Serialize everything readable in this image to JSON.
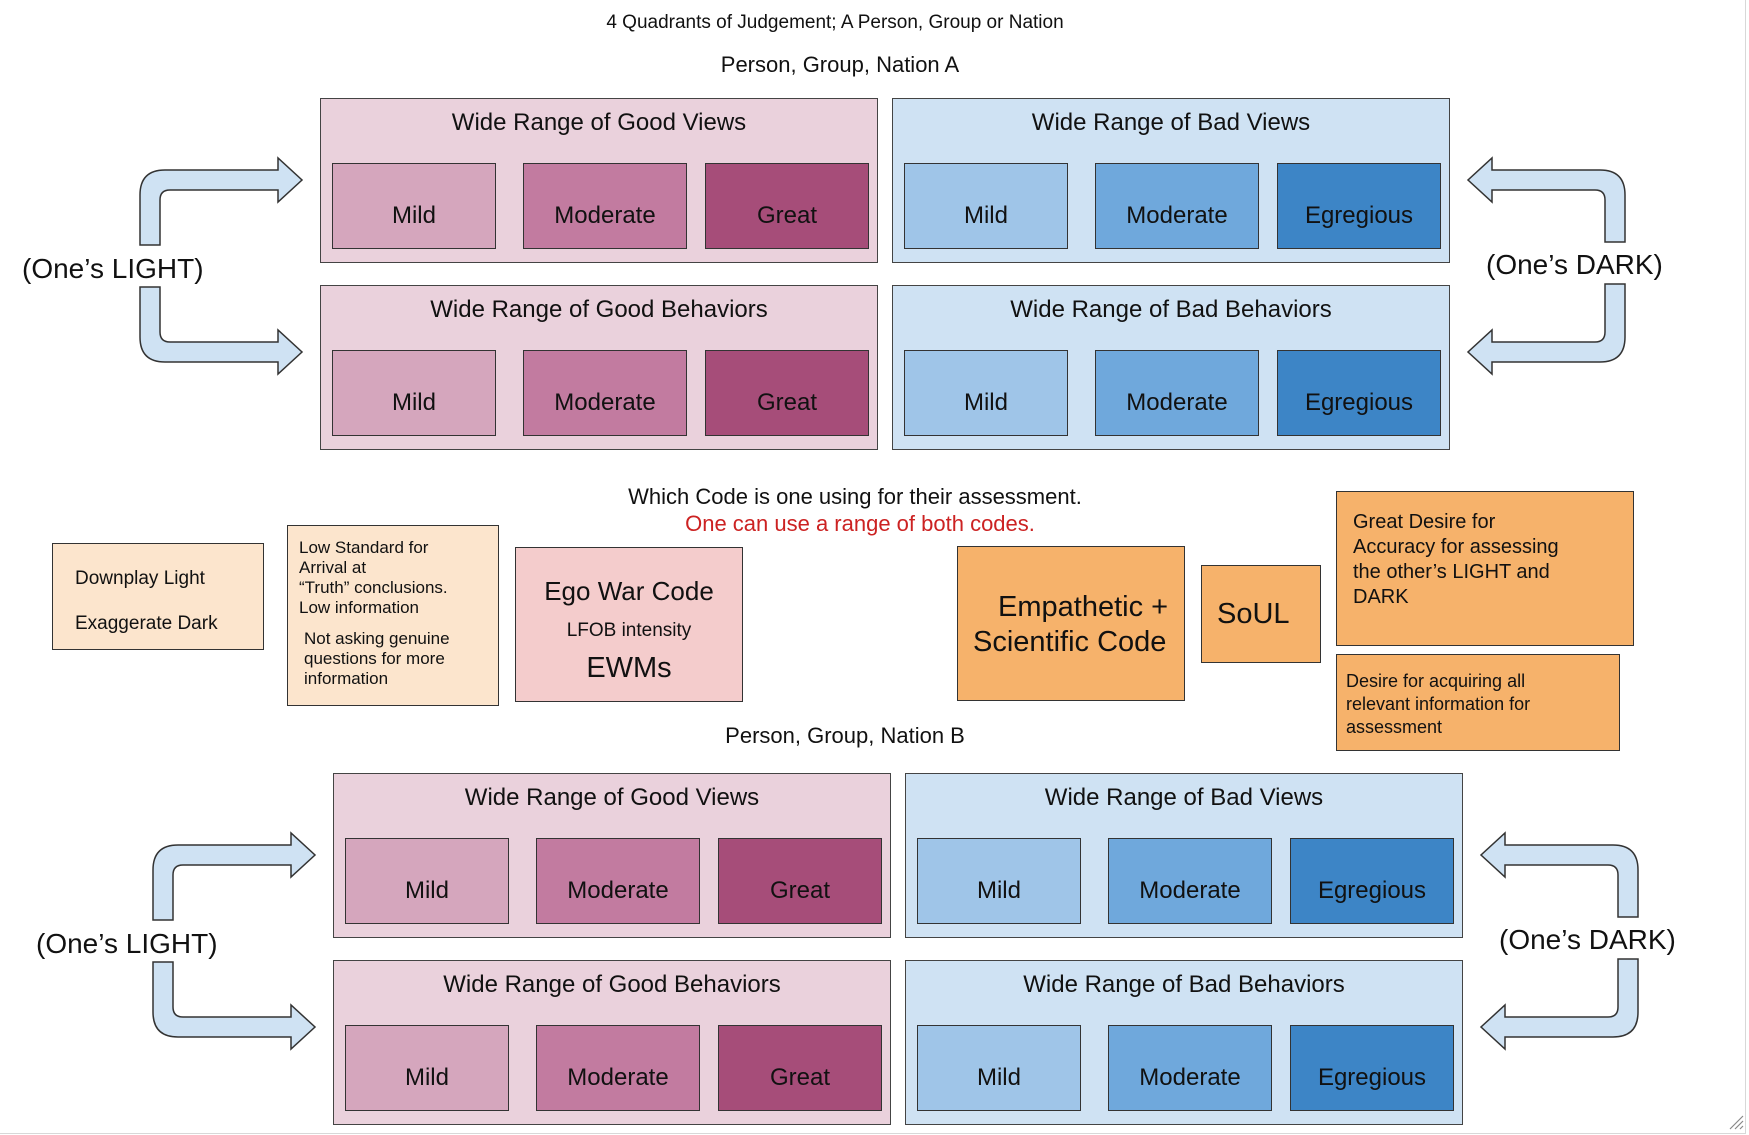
{
  "title": "4 Quadrants of Judgement; A Person, Group or Nation",
  "nation_a": "Person, Group, Nation A",
  "nation_b": "Person, Group, Nation B",
  "light_label": "(One’s LIGHT)",
  "dark_label": "(One’s DARK)",
  "quadrants": {
    "good_views": "Wide Range of Good Views",
    "bad_views": "Wide Range of Bad Views",
    "good_behaviors": "Wide Range of Good Behaviors",
    "bad_behaviors": "Wide Range of Bad Behaviors"
  },
  "levels_good": [
    "Mild",
    "Moderate",
    "Great"
  ],
  "levels_bad": [
    "Mild",
    "Moderate",
    "Egregious"
  ],
  "question": "Which Code is one using for their assessment.",
  "note": "One can use a range of both codes.",
  "downplay": {
    "line1": "Downplay Light",
    "line2": "Exaggerate Dark"
  },
  "low_standard": {
    "line1": "Low Standard for",
    "line2": "Arrival at",
    "line3": "“Truth” conclusions.",
    "line4": "Low information",
    "line5": "Not asking genuine",
    "line6": "questions for more",
    "line7": "information"
  },
  "ego_war": {
    "title": "Ego War Code",
    "sub": "LFOB intensity",
    "ewms": "EWMs"
  },
  "empathetic": {
    "line1": "Empathetic +",
    "line2": "Scientific Code"
  },
  "soul": "SoUL",
  "great_desire": {
    "line1": "Great Desire for",
    "line2": "Accuracy for assessing",
    "line3": "the other’s LIGHT and",
    "line4": "DARK"
  },
  "desire_info": {
    "line1": "Desire for acquiring all",
    "line2": "relevant information for",
    "line3": "assessment"
  },
  "colors": {
    "good_panel": "#ead1dc",
    "bad_panel": "#cfe2f3",
    "good_levels": [
      "#d5a6bd",
      "#c27ba0",
      "#a64d79"
    ],
    "bad_levels": [
      "#9fc5e8",
      "#6fa8dc",
      "#3d85c6"
    ],
    "arrow_fill": "#cfe2f3",
    "orange": "#f6b26b",
    "peach": "#fce5cd",
    "pink": "#f4cccc",
    "note_red": "#cc2222"
  }
}
